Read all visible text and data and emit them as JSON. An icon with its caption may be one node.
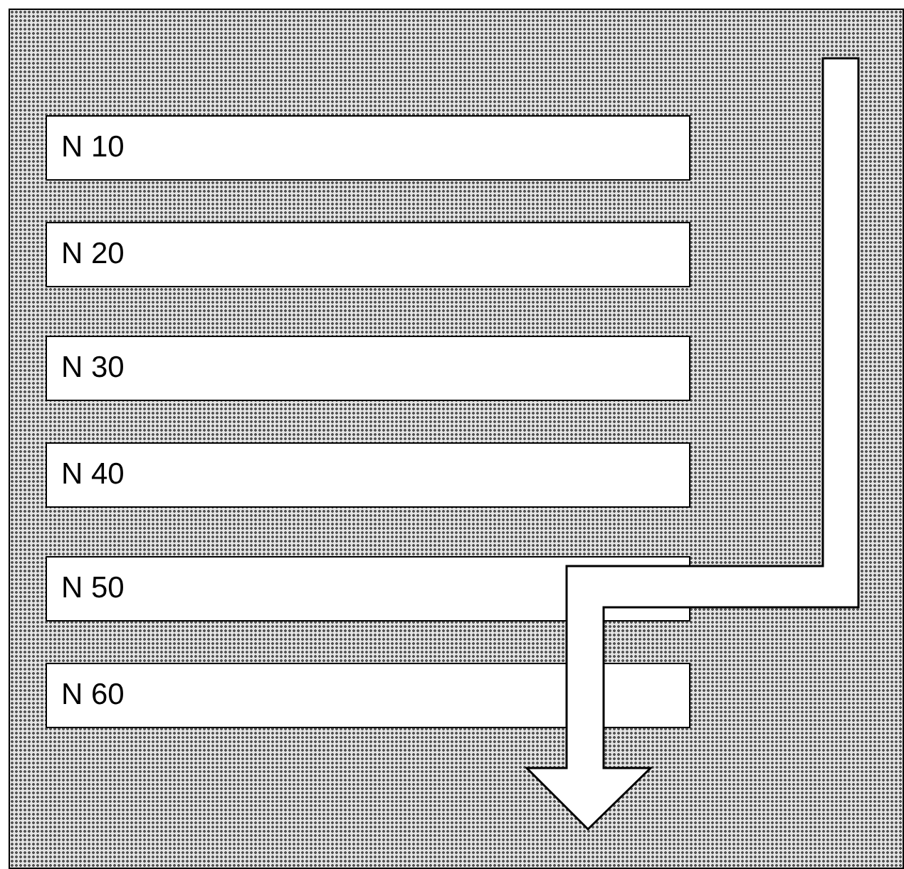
{
  "diagram": {
    "nodes": [
      {
        "text": [],
        "shape": "box"
      },
      {
        "text": [
          "N 10"
        ],
        "in": 0
      },
      {
        "text": [
          "N 20"
        ],
        "in": 0
      },
      {
        "text": [
          "N 30"
        ],
        "in": 0
      },
      {
        "text": [
          "N 40"
        ],
        "in": 0
      },
      {
        "text": [
          "N 50"
        ],
        "in": 0
      },
      {
        "text": [
          "N 60"
        ],
        "in": 0
      }
    ]
  }
}
